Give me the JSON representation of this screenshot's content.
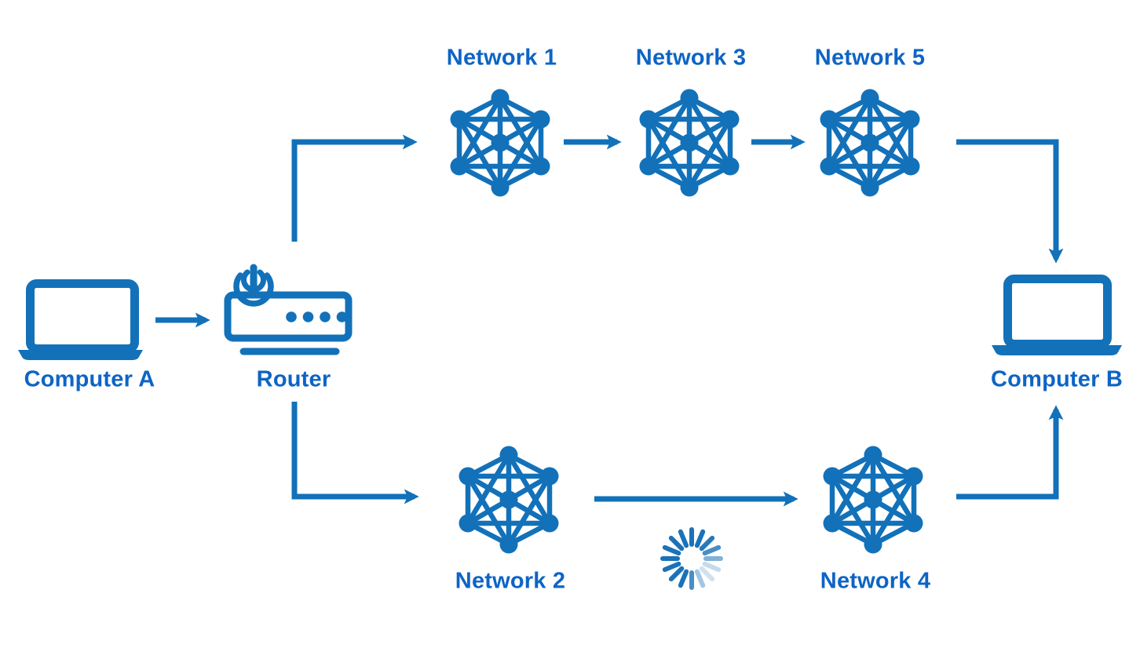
{
  "diagram": {
    "type": "network-routing-diagram",
    "colors": {
      "background": "#FFFFFF",
      "icon_blue": "#1271B9",
      "text_blue": "#0D64C5",
      "spinner_blue": "#1B72B8"
    },
    "nodes": {
      "computer_a": {
        "label": "Computer A",
        "icon": "laptop-icon"
      },
      "router": {
        "label": "Router",
        "icon": "wireless-router-icon"
      },
      "network_1": {
        "label": "Network 1",
        "icon": "mesh-network-icon"
      },
      "network_2": {
        "label": "Network 2",
        "icon": "mesh-network-icon"
      },
      "network_3": {
        "label": "Network 3",
        "icon": "mesh-network-icon"
      },
      "network_4": {
        "label": "Network 4",
        "icon": "mesh-network-icon"
      },
      "network_5": {
        "label": "Network 5",
        "icon": "mesh-network-icon"
      },
      "computer_b": {
        "label": "Computer B",
        "icon": "laptop-icon"
      }
    },
    "connections": [
      {
        "from": "computer_a",
        "to": "router"
      },
      {
        "from": "router",
        "to": "network_1"
      },
      {
        "from": "network_1",
        "to": "network_3"
      },
      {
        "from": "network_3",
        "to": "network_5"
      },
      {
        "from": "network_5",
        "to": "computer_b"
      },
      {
        "from": "router",
        "to": "network_2"
      },
      {
        "from": "network_2",
        "to": "network_4"
      },
      {
        "from": "network_4",
        "to": "computer_b"
      }
    ],
    "spinner": {
      "icon": "loading-spinner",
      "tick_count": 16,
      "tick_opacities": [
        1,
        1,
        0.95,
        0.8,
        0.55,
        0.25,
        0.2,
        0.4,
        0.8,
        1,
        1,
        1,
        1,
        1,
        1,
        1
      ]
    }
  }
}
